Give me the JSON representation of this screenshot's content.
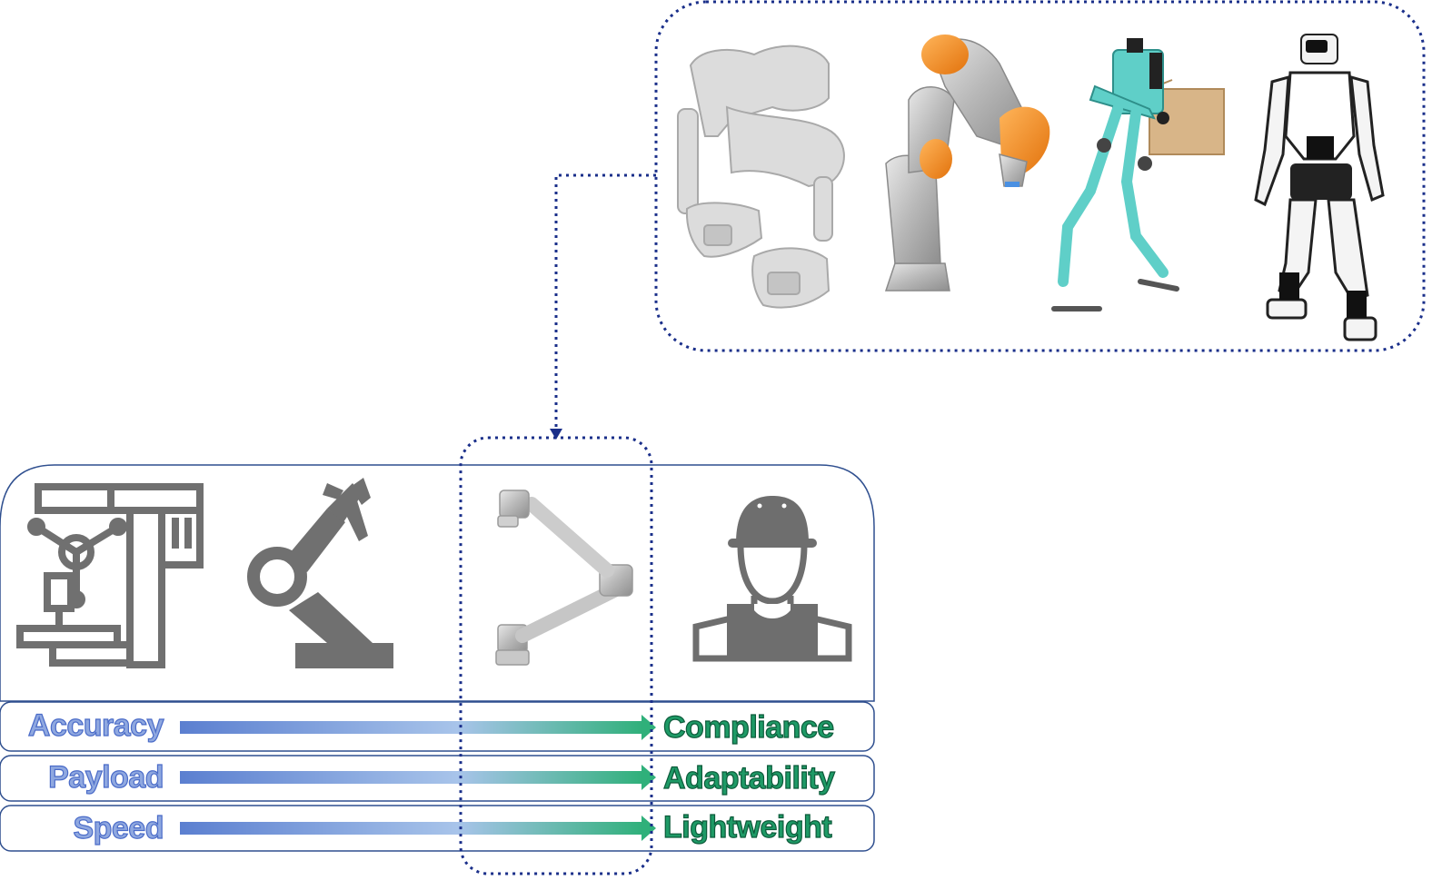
{
  "properties": {
    "left": [
      "Accuracy",
      "Payload",
      "Speed"
    ],
    "right": [
      "Compliance",
      "Adaptability",
      "Lightweight"
    ]
  },
  "robots_gallery": [
    "exoskeleton",
    "kuka-lbr-arm",
    "digit-biped",
    "toyota-t-hr3-humanoid"
  ],
  "spectrum_icons": [
    "machine-tool",
    "industrial-robot",
    "collaborative-robot",
    "human-worker"
  ],
  "colors": {
    "frame": "#2f4f8f",
    "highlight_dotted": "#1a2f8a",
    "arrow_start": "#5b7fd0",
    "arrow_end": "#2fb07a",
    "icon_gray": "#707070",
    "kuka_orange": "#f08a1c",
    "digit_teal": "#5fcfc8"
  }
}
